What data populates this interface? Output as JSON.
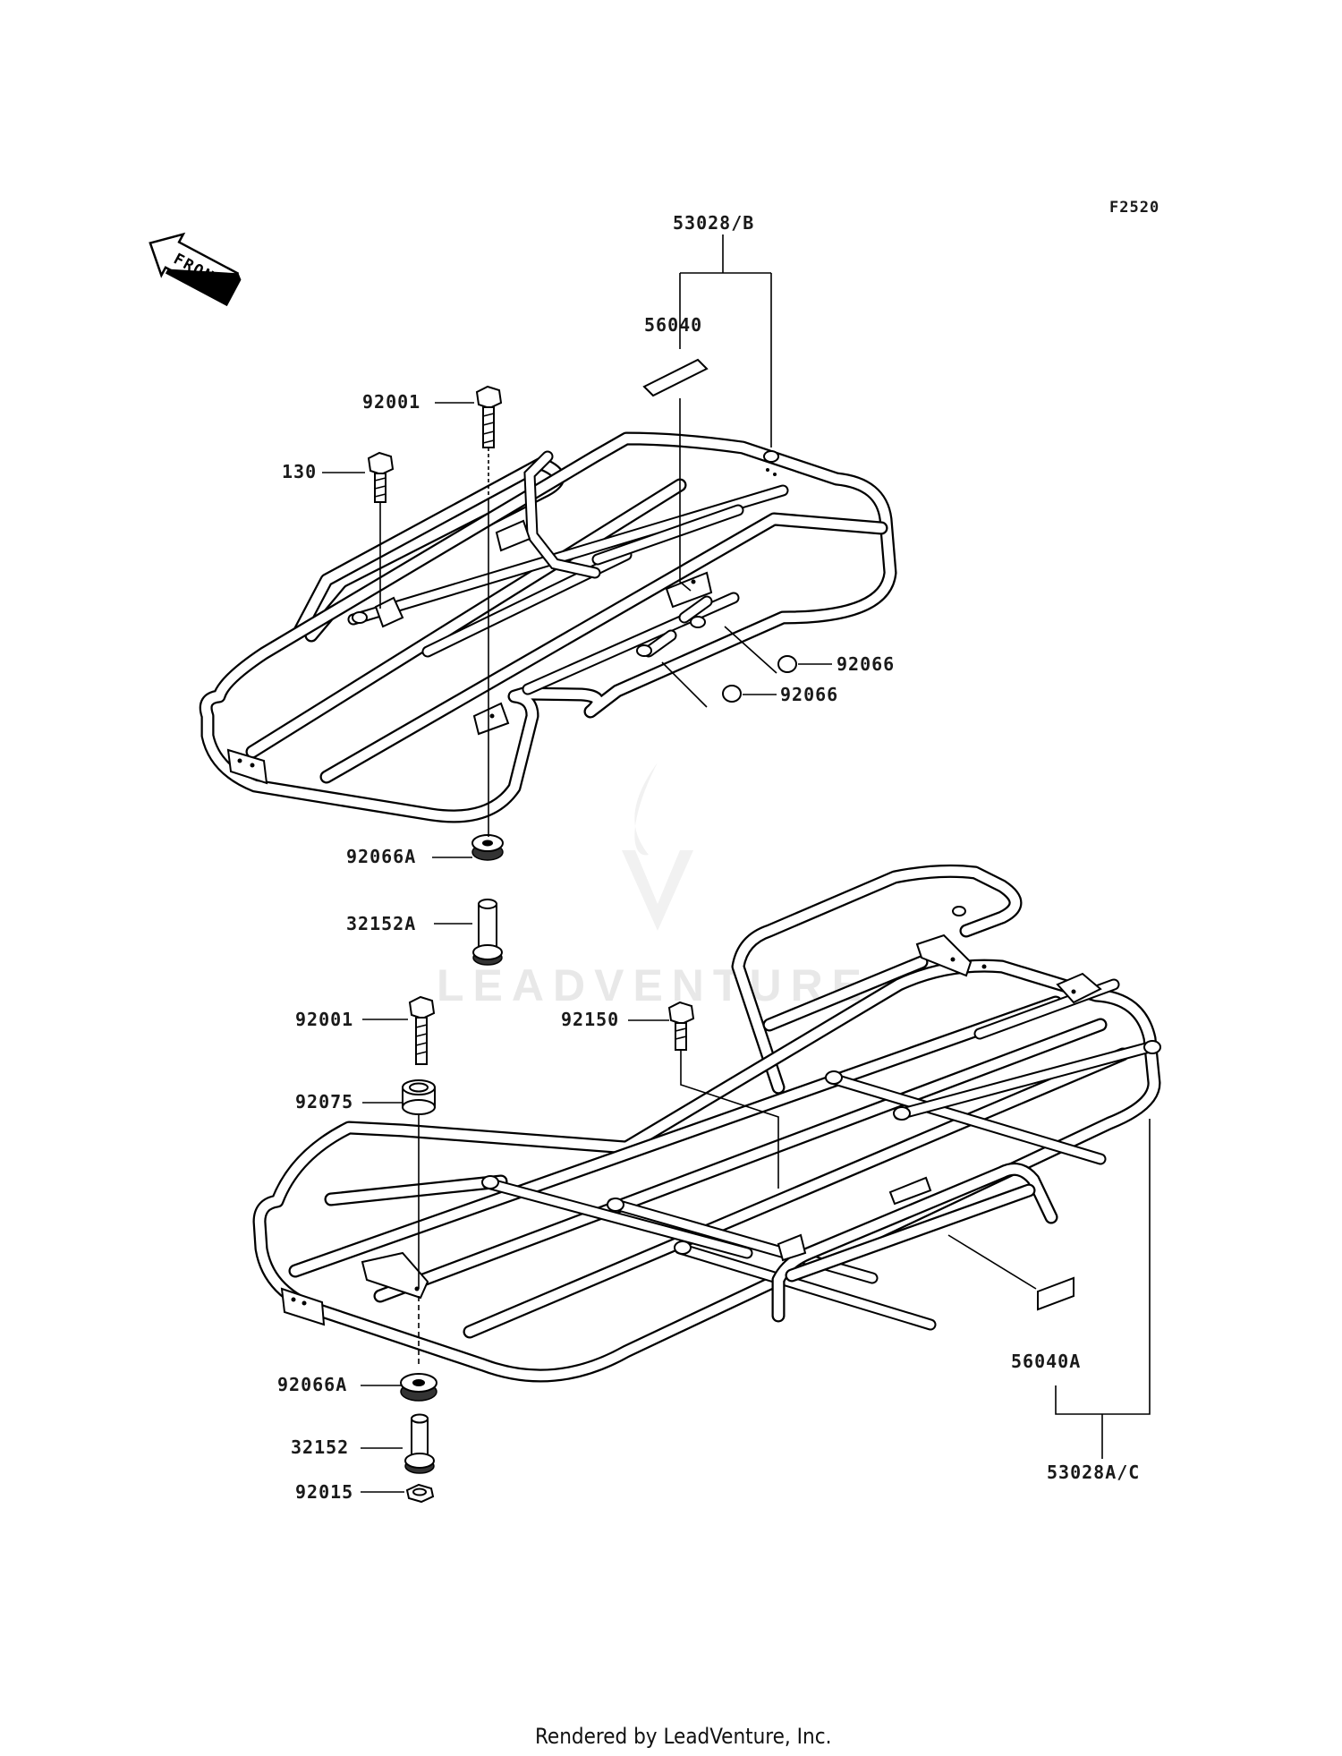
{
  "diagram": {
    "id": "F2520",
    "front_arrow": "FRONT",
    "footer": "Rendered by LeadVenture, Inc.",
    "watermark": "LEADVENTURE"
  },
  "callouts": {
    "c53028b": "53028/B",
    "c56040": "56040",
    "c92001_top": "92001",
    "c130": "130",
    "c92066_a": "92066",
    "c92066_b": "92066",
    "c92066a_top": "92066A",
    "c32152a": "32152A",
    "c92001_bottom": "92001",
    "c92150": "92150",
    "c92075": "92075",
    "c56040a": "56040A",
    "c92066a_bottom": "92066A",
    "c32152": "32152",
    "c92015": "92015",
    "c53028ac": "53028A/C"
  }
}
